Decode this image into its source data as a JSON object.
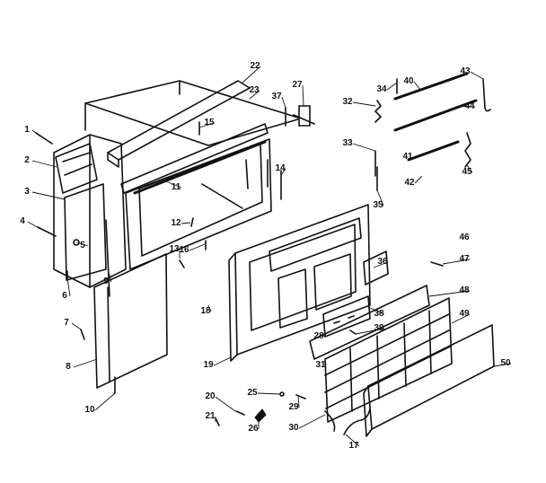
{
  "diagram": {
    "callouts": [
      {
        "id": "c1",
        "text": "1",
        "part": "screw-icon"
      },
      {
        "id": "c2",
        "text": "2",
        "part": "side-bracket"
      },
      {
        "id": "c3",
        "text": "3",
        "part": "left-panel"
      },
      {
        "id": "c4",
        "text": "4",
        "part": "bolt-icon"
      },
      {
        "id": "c5",
        "text": "5",
        "part": "washer-icon"
      },
      {
        "id": "c6",
        "text": "6",
        "part": "screw-icon"
      },
      {
        "id": "c7",
        "text": "7",
        "part": "clip-icon"
      },
      {
        "id": "c8",
        "text": "8",
        "part": "side-curtain"
      },
      {
        "id": "c9",
        "text": "9",
        "part": "curtain-frame"
      },
      {
        "id": "c10",
        "text": "10",
        "part": "curtain-edge"
      },
      {
        "id": "c11",
        "text": "11",
        "part": "cabinet-top"
      },
      {
        "id": "c12",
        "text": "12",
        "part": "screw-icon"
      },
      {
        "id": "c13",
        "text": "13",
        "part": "screw-icon"
      },
      {
        "id": "c14",
        "text": "14",
        "part": "rod"
      },
      {
        "id": "c15",
        "text": "15",
        "part": "clip-icon"
      },
      {
        "id": "c16",
        "text": "16",
        "part": "spring-icon"
      },
      {
        "id": "c17",
        "text": "17",
        "part": "cord"
      },
      {
        "id": "c18",
        "text": "18",
        "part": "spring-icon"
      },
      {
        "id": "c19",
        "text": "19",
        "part": "front-frame"
      },
      {
        "id": "c20",
        "text": "20",
        "part": "screw-icon"
      },
      {
        "id": "c21",
        "text": "21",
        "part": "screw-icon"
      },
      {
        "id": "c22",
        "text": "22",
        "part": "top-rail"
      },
      {
        "id": "c23",
        "text": "23",
        "part": "gasket"
      },
      {
        "id": "c25",
        "text": "25",
        "part": "knob-icon"
      },
      {
        "id": "c26",
        "text": "26",
        "part": "knob-icon"
      },
      {
        "id": "c27",
        "text": "27",
        "part": "latch-icon"
      },
      {
        "id": "c28",
        "text": "28",
        "part": "control-panel"
      },
      {
        "id": "c29",
        "text": "29",
        "part": "clip-icon"
      },
      {
        "id": "c30",
        "text": "30",
        "part": "cord"
      },
      {
        "id": "c31",
        "text": "31",
        "part": "filter"
      },
      {
        "id": "c32",
        "text": "32",
        "part": "spring-icon"
      },
      {
        "id": "c33",
        "text": "33",
        "part": "spring-icon"
      },
      {
        "id": "c34",
        "text": "34",
        "part": "spring-icon"
      },
      {
        "id": "c35",
        "text": "35",
        "part": "spring-icon"
      },
      {
        "id": "c36",
        "text": "36",
        "part": "cover"
      },
      {
        "id": "c37",
        "text": "37",
        "part": "spring-icon"
      },
      {
        "id": "c38",
        "text": "38",
        "part": "control-panel"
      },
      {
        "id": "c39",
        "text": "39",
        "part": "knob-icon"
      },
      {
        "id": "c40",
        "text": "40",
        "part": "rod"
      },
      {
        "id": "c41",
        "text": "41",
        "part": "rod"
      },
      {
        "id": "c42",
        "text": "42",
        "part": "spring-icon"
      },
      {
        "id": "c43",
        "text": "43",
        "part": "hook-icon"
      },
      {
        "id": "c44",
        "text": "44",
        "part": "rod"
      },
      {
        "id": "c45",
        "text": "45",
        "part": "spring-icon"
      },
      {
        "id": "c46",
        "text": "46",
        "part": "rod"
      },
      {
        "id": "c47",
        "text": "47",
        "part": "clip-icon"
      },
      {
        "id": "c48",
        "text": "48",
        "part": "filter"
      },
      {
        "id": "c49",
        "text": "49",
        "part": "grille"
      },
      {
        "id": "c50",
        "text": "50",
        "part": "front-grille-panel"
      }
    ]
  }
}
